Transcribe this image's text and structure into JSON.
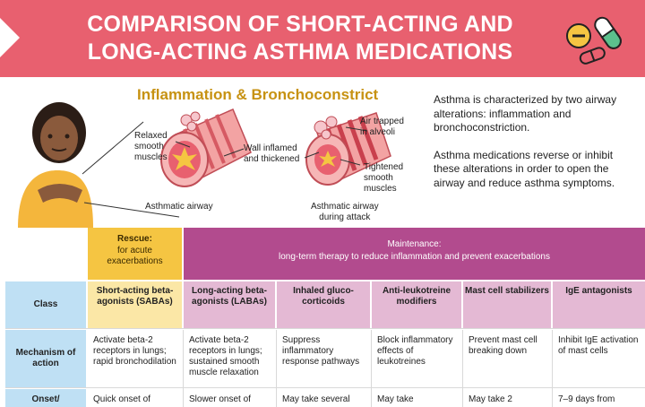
{
  "header": {
    "title_line1": "COMPARISON OF SHORT-ACTING AND",
    "title_line2": "LONG-ACTING ASTHMA MEDICATIONS",
    "banner_color": "#e8606f"
  },
  "diagram": {
    "title": "Inflammation & Bronchoconstrict",
    "labels": {
      "relaxed_1": "Relaxed",
      "relaxed_2": "smooth",
      "relaxed_3": "muscles",
      "wall_1": "Wall inflamed",
      "wall_2": "and thickened",
      "air_1": "Air trapped",
      "air_2": "in alveoli",
      "tight_1": "Tightened",
      "tight_2": "smooth",
      "tight_3": "muscles",
      "asthmatic": "Asthmatic airway",
      "attack_1": "Asthmatic airway",
      "attack_2": "during attack"
    }
  },
  "description": {
    "para1": "Asthma is characterized by two airway alterations: inflammation and bronchoconstriction.",
    "para2": "Asthma medications reverse or inhibit these alterations in order to open the airway and reduce asthma symptoms."
  },
  "table": {
    "rescue_title": "Rescue:",
    "rescue_sub": "for acute exacerbations",
    "maint_title": "Maintenance:",
    "maint_sub": "long-term therapy to reduce inflammation and prevent exacerbations",
    "row_class": "Class",
    "row_mechanism": "Mechanism of action",
    "row_onset": "Onset/",
    "columns": [
      {
        "name": "Short-acting beta-agonists (SABAs)",
        "mechanism": "Activate beta-2 receptors in lungs; rapid bronchodilation",
        "onset": "Quick onset of"
      },
      {
        "name": "Long-acting beta-agonists (LABAs)",
        "mechanism": "Activate beta-2 receptors in lungs; sustained smooth muscle relaxation",
        "onset": "Slower onset of"
      },
      {
        "name": "Inhaled gluco-corticoids",
        "mechanism": "Suppress inflammatory response pathways",
        "onset": "May take several"
      },
      {
        "name": "Anti-leukotreine modifiers",
        "mechanism": "Block inflammatory effects of leukotreines",
        "onset": "May take"
      },
      {
        "name": "Mast cell stabilizers",
        "mechanism": "Prevent mast cell breaking down",
        "onset": "May take 2"
      },
      {
        "name": "IgE antagonists",
        "mechanism": "Inhibit IgE activation of mast cells",
        "onset": "7–9 days from"
      }
    ],
    "colors": {
      "rescue": "#f5c542",
      "maintenance": "#b24b8e",
      "rescue_col": "#fbe7a6",
      "maint_col": "#e4b9d4",
      "row_head": "#bfe0f4"
    }
  }
}
